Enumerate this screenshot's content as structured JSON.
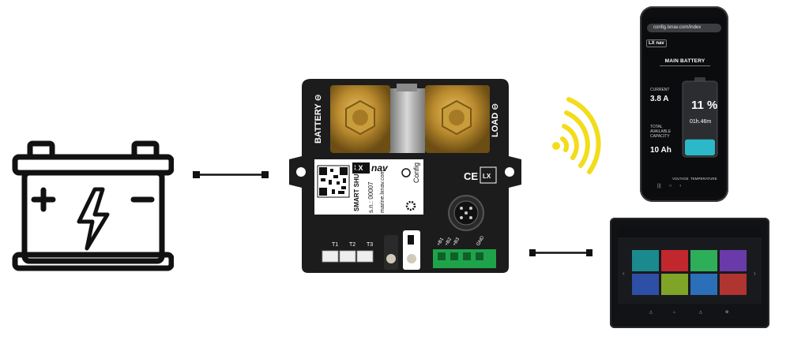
{
  "colors": {
    "wifi": "#f3dc1a",
    "battery_fill": "#2bb8c9",
    "device_body": "#1e1e1e",
    "brass": "#b98a2e",
    "terminal_green": "#1fa34a"
  },
  "icons": [
    "car-battery-icon",
    "lightning-icon",
    "wifi-signal-icon",
    "cable-icon"
  ],
  "device": {
    "battery_label": "BATTERY ⊖",
    "load_label": "LOAD ⊖",
    "brand": "nav",
    "product": "SMART SHUNT",
    "serial": "s.n.: 00007",
    "website": "marine.lxnav.com",
    "config_label": "Config",
    "temp_labels": [
      "T1",
      "T2",
      "T3"
    ],
    "io_labels": [
      "+B1",
      "+B2",
      "+B3"
    ],
    "gnd_label": "GND"
  },
  "phone": {
    "url": "config.lxnav.com/index",
    "brand": "nav",
    "title": "MAIN BATTERY",
    "current_label": "CURRENT",
    "current_value": "3.8 A",
    "capacity_label": "TOTAL AVAILABLE CAPACITY",
    "capacity_value": "10 Ah",
    "soc_percent": "11 %",
    "soc_fraction": 0.11,
    "time_remaining": "01h.46m",
    "tab_voltage": "VOLTAGE",
    "tab_temperature": "TEMPERATURE"
  }
}
